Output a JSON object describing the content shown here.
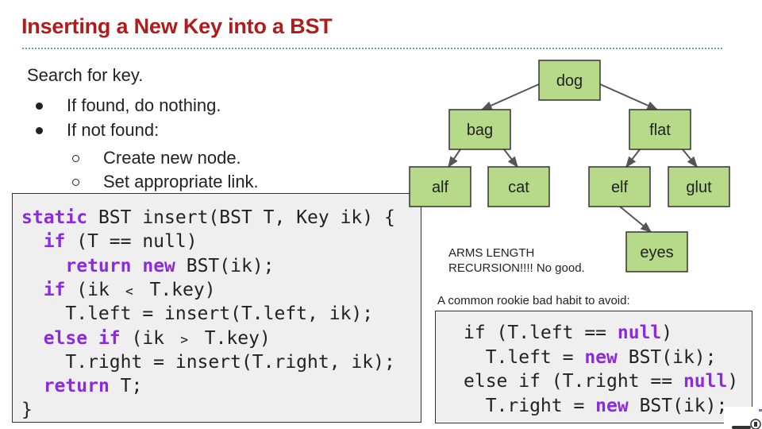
{
  "slide": {
    "title": "Inserting a New Key into a BST",
    "intro": "Search for key.",
    "bullets": [
      {
        "text": "If found, do nothing.",
        "level": 1
      },
      {
        "text": "If not found:",
        "level": 1
      },
      {
        "text": "Create new node.",
        "level": 2
      },
      {
        "text": "Set appropriate link.",
        "level": 2
      }
    ]
  },
  "code_main": {
    "lines": [
      [
        [
          "kw",
          "static"
        ],
        [
          "t",
          " BST insert(BST T, Key ik) {"
        ]
      ],
      [
        [
          "t",
          "  "
        ],
        [
          "kw",
          "if"
        ],
        [
          "t",
          " (T == null)"
        ]
      ],
      [
        [
          "t",
          "    "
        ],
        [
          "kw",
          "return"
        ],
        [
          "t",
          " "
        ],
        [
          "kw",
          "new"
        ],
        [
          "t",
          " BST(ik);"
        ]
      ],
      [
        [
          "t",
          "  "
        ],
        [
          "kw",
          "if"
        ],
        [
          "t",
          " (ik ﹤ T.key)"
        ]
      ],
      [
        [
          "t",
          "    T.left = insert(T.left, ik);"
        ]
      ],
      [
        [
          "t",
          "  "
        ],
        [
          "kw",
          "else if"
        ],
        [
          "t",
          " (ik ﹥ T.key)"
        ]
      ],
      [
        [
          "t",
          "    T.right = insert(T.right, ik);"
        ]
      ],
      [
        [
          "t",
          "  "
        ],
        [
          "kw",
          "return"
        ],
        [
          "t",
          " T;"
        ]
      ],
      [
        [
          "t",
          "}"
        ]
      ]
    ]
  },
  "tree": {
    "nodes": [
      {
        "id": "dog",
        "label": "dog"
      },
      {
        "id": "bag",
        "label": "bag"
      },
      {
        "id": "flat",
        "label": "flat"
      },
      {
        "id": "alf",
        "label": "alf"
      },
      {
        "id": "cat",
        "label": "cat"
      },
      {
        "id": "elf",
        "label": "elf"
      },
      {
        "id": "glut",
        "label": "glut"
      },
      {
        "id": "eyes",
        "label": "eyes"
      }
    ],
    "edges": [
      [
        "dog",
        "bag"
      ],
      [
        "dog",
        "flat"
      ],
      [
        "bag",
        "alf"
      ],
      [
        "bag",
        "cat"
      ],
      [
        "flat",
        "elf"
      ],
      [
        "flat",
        "glut"
      ],
      [
        "elf",
        "eyes"
      ]
    ],
    "node_fill": "#b6d98a",
    "node_stroke": "#333333",
    "edge_color": "#555555"
  },
  "note_arms": "ARMS LENGTH\nRECURSION!!!! No good.",
  "note_habit": "A common rookie bad habit to avoid:",
  "code_alt": {
    "lines": [
      [
        [
          "t",
          "if (T.left == "
        ],
        [
          "kw",
          "null"
        ],
        [
          "t",
          ")"
        ]
      ],
      [
        [
          "t",
          "  T.left = "
        ],
        [
          "kw",
          "new"
        ],
        [
          "t",
          " BST(ik);"
        ]
      ],
      [
        [
          "t",
          "else if (T.right == "
        ],
        [
          "kw",
          "null"
        ],
        [
          "t",
          ")"
        ]
      ],
      [
        [
          "t",
          "  T.right = "
        ],
        [
          "kw",
          "new"
        ],
        [
          "t",
          " BST(ik);"
        ]
      ]
    ]
  },
  "colors": {
    "title": "#b01c1c",
    "keyword": "#8a2be2",
    "code_bg": "#efefef"
  },
  "icons": {
    "corner": "creative-commons-icon"
  }
}
